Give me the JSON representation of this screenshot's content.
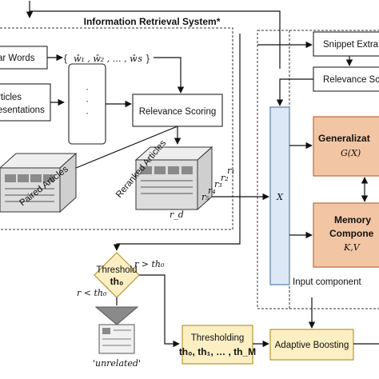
{
  "system": {
    "title": "Information Retrieval System*",
    "nodes": {
      "words": "ar Words",
      "articles_line1": "rticles",
      "articles_line2": "esentations",
      "word_seq": "ŵ₁ , ŵ₂ , … , ŵs",
      "relevance": "Relevance Scoring",
      "paired_articles": "Paired Articles",
      "reranked_articles": "Reranked Articles",
      "r_labels": [
        "r₁",
        "r₂",
        "r₃",
        "r₄",
        "r₅",
        "r_d"
      ],
      "threshold_label": "Threshold",
      "threshold_sym": "th₀",
      "cond_gt": "r > th₀",
      "cond_lt": "r < th₀",
      "unrelated": "'unrelated'"
    }
  },
  "right_panel": {
    "snippet": "Snippet Extra",
    "relevance": "Relevance Sco",
    "x_label": "X",
    "input_component": "Input component",
    "generalizer_line1": "Generalizat",
    "generalizer_line2": "G(X)",
    "memory_line1": "Memory",
    "memory_line2": "Compone",
    "memory_line3": "K,V"
  },
  "bottom": {
    "thresholding_line1": "Thresholding",
    "thresholding_line2": "th₀, th₁, … , th_M",
    "adaptive_boosting": "Adaptive Boosting"
  },
  "colors": {
    "orange_fill": "#f2c6a4",
    "orange_stroke": "#c0693a",
    "blue_fill": "#dce8f5",
    "blue_stroke": "#5a7fa8",
    "yellow_fill": "#fcefc4",
    "yellow_stroke": "#b8962e",
    "gray_doc": "#8a8a8a"
  }
}
